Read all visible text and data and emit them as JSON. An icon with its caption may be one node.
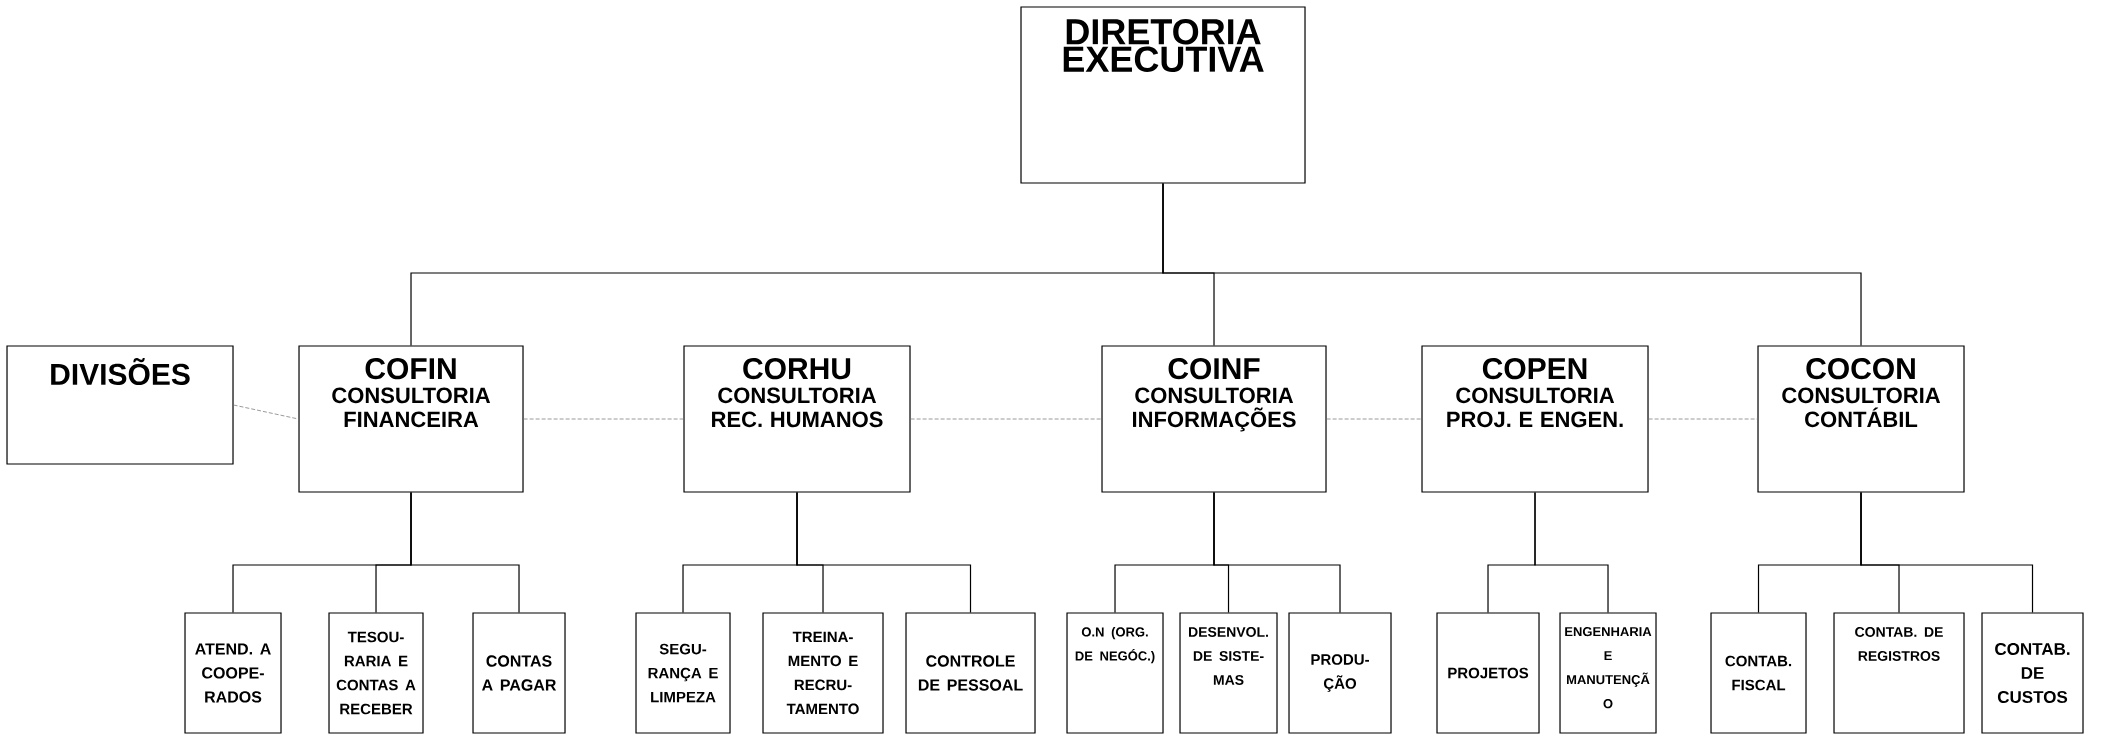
{
  "diagram": {
    "nodes": [
      {
        "text": [
          "DIRETORIA EXECUTIVA"
        ]
      },
      {
        "text": [
          "DIVISÕES"
        ]
      },
      {
        "text": [
          "COFIN",
          "CONSULTORIA FINANCEIRA"
        ]
      },
      {
        "text": [
          "CORHU",
          "CONSULTORIA REC. HUMANOS"
        ]
      },
      {
        "text": [
          "COINF",
          "CONSULTORIA INFORMAÇÕES"
        ]
      },
      {
        "text": [
          "COPEN",
          "CONSULTORIA PROJ. E ENGEN."
        ]
      },
      {
        "text": [
          "COCON",
          "CONSULTORIA CONTÁBIL"
        ]
      },
      {
        "text": [
          "ATEND. A COOPE- RADOS"
        ]
      },
      {
        "text": [
          "TESOU- RARIA E CONTAS A RECEBER"
        ]
      },
      {
        "text": [
          "CONTAS A PAGAR"
        ]
      },
      {
        "text": [
          "SEGU- RANÇA E LIMPEZA"
        ]
      },
      {
        "text": [
          "TREINA- MENTO E RECRU- TAMENTO"
        ]
      },
      {
        "text": [
          "CONTROLE DE PESSOAL"
        ]
      },
      {
        "text": [
          "O.N (ORG. DE NEGÓC.)"
        ]
      },
      {
        "text": [
          "DESENVOL. DE SISTE- MAS"
        ]
      },
      {
        "text": [
          "PRODU- ÇÃO"
        ]
      },
      {
        "text": [
          "PROJETOS"
        ]
      },
      {
        "text": [
          "ENGENHARIA E MANUTENÇÃ O"
        ]
      },
      {
        "text": [
          "CONTAB. FISCAL"
        ]
      },
      {
        "text": [
          "CONTAB. DE REGISTROS"
        ]
      },
      {
        "text": [
          "CONTAB. DE CUSTOS"
        ]
      }
    ],
    "edges": [
      {
        "from": 0,
        "to": 2,
        "arrow": "none"
      },
      {
        "from": 0,
        "to": 4,
        "arrow": "none"
      },
      {
        "from": 0,
        "to": 6,
        "arrow": "none"
      },
      {
        "from": 1,
        "to": 2,
        "arrow": "none",
        "style": "dashed",
        "color": "#808080"
      },
      {
        "from": 2,
        "to": 3,
        "arrow": "none",
        "style": "dashed",
        "color": "#808080"
      },
      {
        "from": 3,
        "to": 4,
        "arrow": "none",
        "style": "dashed",
        "color": "#808080"
      },
      {
        "from": 4,
        "to": 5,
        "arrow": "none",
        "style": "dashed",
        "color": "#808080"
      },
      {
        "from": 5,
        "to": 6,
        "arrow": "none",
        "style": "dashed",
        "color": "#808080"
      },
      {
        "from": 2,
        "to": 7,
        "arrow": "none"
      },
      {
        "from": 2,
        "to": 8,
        "arrow": "none"
      },
      {
        "from": 2,
        "to": 9,
        "arrow": "none"
      },
      {
        "from": 3,
        "to": 10,
        "arrow": "none"
      },
      {
        "from": 3,
        "to": 11,
        "arrow": "none"
      },
      {
        "from": 3,
        "to": 12,
        "arrow": "none"
      },
      {
        "from": 4,
        "to": 13,
        "arrow": "none"
      },
      {
        "from": 4,
        "to": 14,
        "arrow": "none"
      },
      {
        "from": 4,
        "to": 15,
        "arrow": "none"
      },
      {
        "from": 5,
        "to": 16,
        "arrow": "none"
      },
      {
        "from": 5,
        "to": 17,
        "arrow": "none"
      },
      {
        "from": 6,
        "to": 18,
        "arrow": "none"
      },
      {
        "from": 6,
        "to": 19,
        "arrow": "none"
      },
      {
        "from": 6,
        "to": 20,
        "arrow": "none"
      }
    ]
  }
}
